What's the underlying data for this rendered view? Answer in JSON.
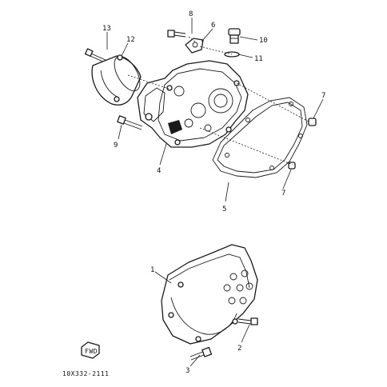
{
  "callouts": {
    "c1": "1",
    "c2": "2",
    "c3": "3",
    "c4": "4",
    "c5": "5",
    "c6": "6",
    "c7a": "7",
    "c7b": "7",
    "c8": "8",
    "c9": "9",
    "c10": "10",
    "c11": "11",
    "c12": "12",
    "c13": "13"
  },
  "caption": "10X332-2111",
  "fwd_tag": "FWD"
}
